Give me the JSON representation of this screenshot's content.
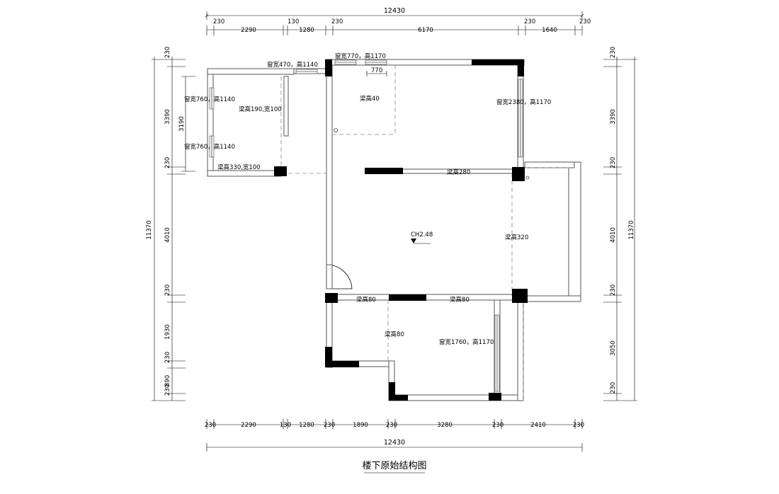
{
  "dimensions": {
    "top_total": "12430",
    "top_segments": [
      "230",
      "2290",
      "130",
      "1280",
      "230",
      "6170",
      "230",
      "1640",
      "230"
    ],
    "bottom_total": "12430",
    "bottom_segments": [
      "230",
      "2290",
      "130",
      "1280",
      "230",
      "1890",
      "230",
      "3280",
      "230",
      "2410",
      "230"
    ],
    "left_total": "11370",
    "left_outer": [
      "230",
      "3390",
      "230",
      "4010",
      "230",
      "1930",
      "230",
      "890",
      "230"
    ],
    "left_inner": "3190",
    "right_total": "11370",
    "right_outer": [
      "230",
      "3390",
      "230",
      "4010",
      "230",
      "3050",
      "230"
    ]
  },
  "labels": {
    "window_470": "窗宽470，高1140",
    "window_770": "窗宽770，高1170",
    "dim_770": "770",
    "window_760_a": "窗宽760，高1140",
    "beam_190": "梁高190,宽100",
    "window_760_b": "窗宽760，高1140",
    "beam_330": "梁高330,宽100",
    "beam_40": "梁高40",
    "window_2380": "窗宽2380，高1170",
    "beam_280": "梁高280",
    "ceiling_height": "CH2.48",
    "beam_320": "梁高320",
    "beam_80_a": "梁高80",
    "beam_80_b": "梁高80",
    "beam_80_c": "梁高80",
    "window_1760": "窗宽1760，高1170"
  },
  "title": "楼下原始结构图"
}
